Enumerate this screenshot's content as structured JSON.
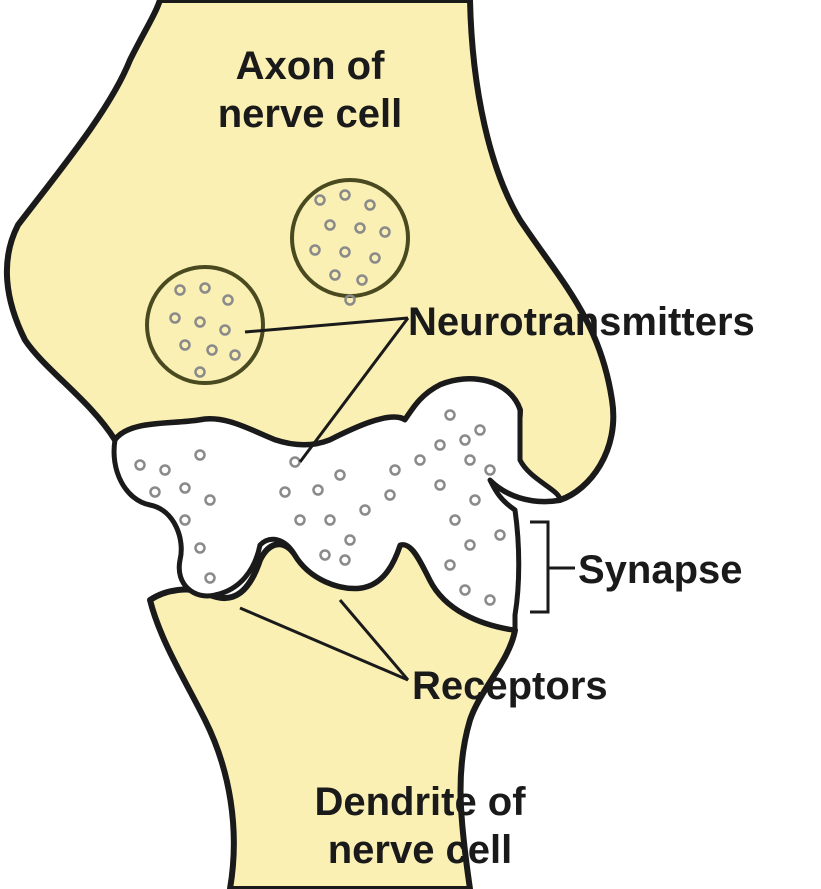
{
  "labels": {
    "axon_line1": "Axon of",
    "axon_line2": "nerve cell",
    "neurotransmitters": "Neurotransmitters",
    "synapse": "Synapse",
    "receptors": "Receptors",
    "dendrite_line1": "Dendrite of",
    "dendrite_line2": "nerve cell"
  },
  "colors": {
    "cell_fill": "#faf0b4",
    "outline": "#1a1a1a",
    "cleft_fill": "#ffffff",
    "molecule": "#8a8a8a",
    "vesicle_outline": "#4a4a20"
  }
}
